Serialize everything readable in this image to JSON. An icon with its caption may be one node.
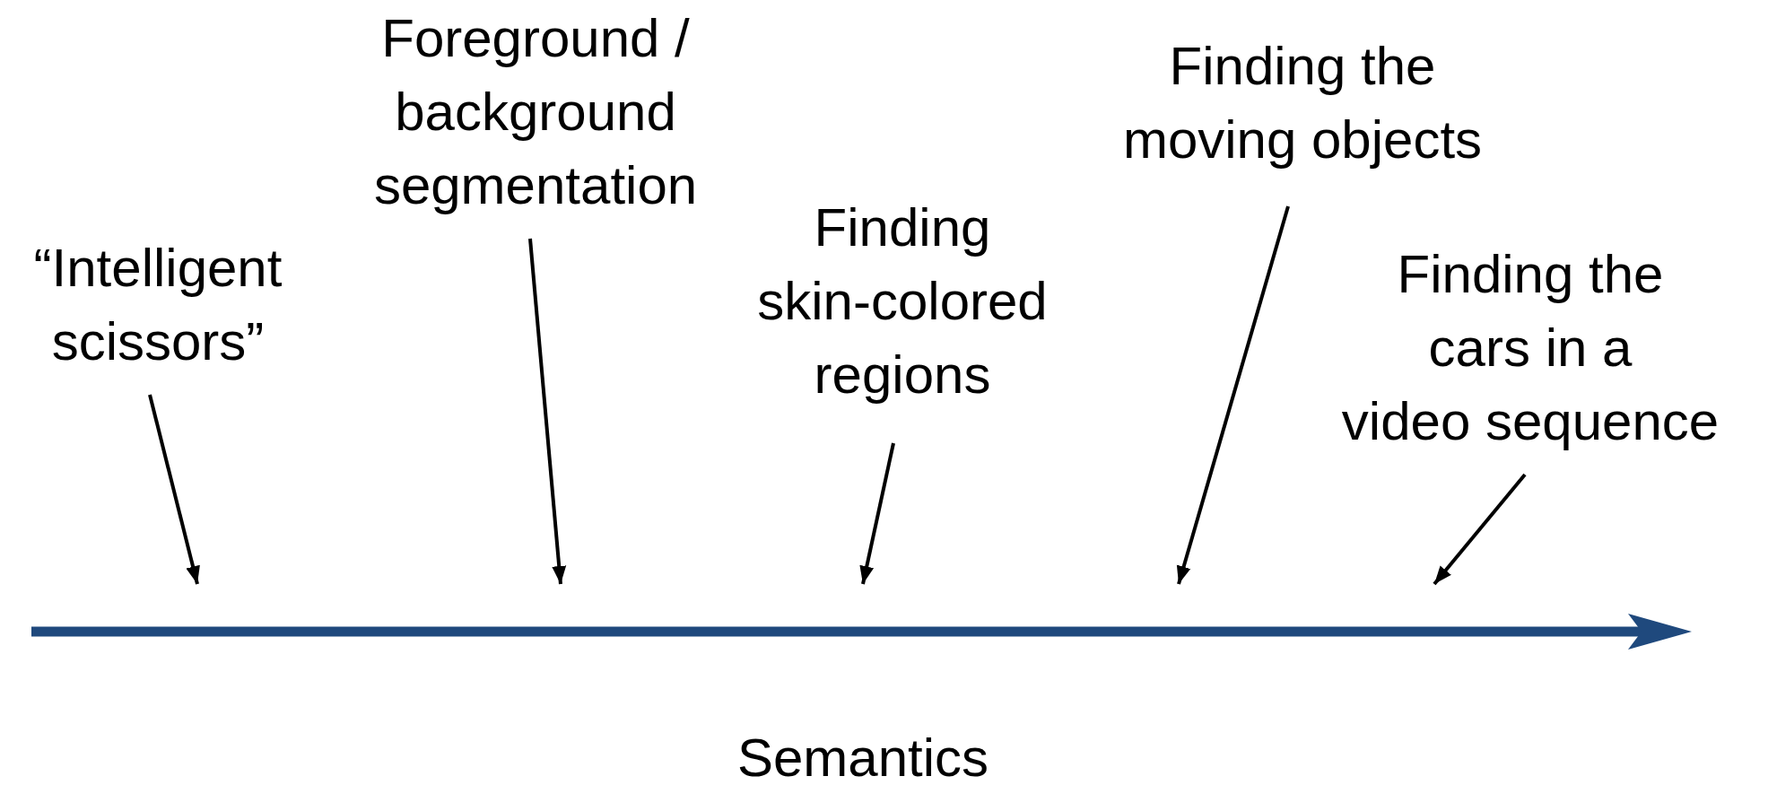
{
  "diagram": {
    "nodes": [
      {
        "text": [
          "“Intelligent scissors”"
        ]
      },
      {
        "text": [
          "Foreground / background segmentation"
        ]
      },
      {
        "text": [
          "Finding skin-colored regions"
        ]
      },
      {
        "text": [
          "Finding the moving objects"
        ]
      },
      {
        "text": [
          "Finding the cars in a video sequence"
        ]
      }
    ],
    "edges": [
      {
        "from": 0,
        "to": null,
        "arrow": "to"
      },
      {
        "from": 1,
        "to": null,
        "arrow": "to"
      },
      {
        "from": 2,
        "to": null,
        "arrow": "to"
      },
      {
        "from": 3,
        "to": null,
        "arrow": "to"
      },
      {
        "from": 4,
        "to": null,
        "arrow": "to"
      }
    ],
    "labels": [
      "Semantics"
    ]
  }
}
